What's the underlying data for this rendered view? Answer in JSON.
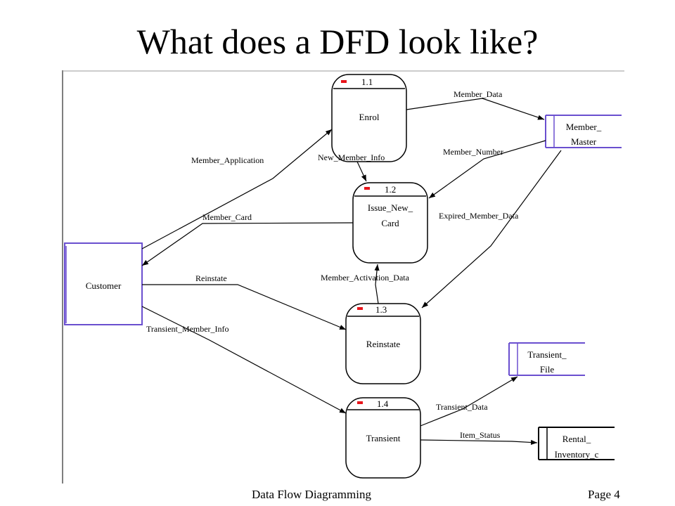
{
  "slide": {
    "title": "What does a DFD look like?",
    "footer_left": "Data Flow Diagramming",
    "footer_right": "Page 4"
  },
  "diagram": {
    "colors": {
      "line": "#000000",
      "entity_border": "#6a4fcf",
      "marker": "#e8141a",
      "frame": "#555555"
    },
    "entities": [
      {
        "id": "customer",
        "label": "Customer"
      }
    ],
    "processes": [
      {
        "id": "p11",
        "number": "1.1",
        "label_lines": [
          "Enrol"
        ]
      },
      {
        "id": "p12",
        "number": "1.2",
        "label_lines": [
          "Issue_New_",
          "Card"
        ]
      },
      {
        "id": "p13",
        "number": "1.3",
        "label_lines": [
          "Reinstate"
        ]
      },
      {
        "id": "p14",
        "number": "1.4",
        "label_lines": [
          "Transient"
        ]
      }
    ],
    "stores": [
      {
        "id": "member_master",
        "label_lines": [
          "Member_",
          "Master"
        ]
      },
      {
        "id": "transient_file",
        "label_lines": [
          "Transient_",
          "File"
        ]
      },
      {
        "id": "rental_inventory",
        "label_lines": [
          "Rental_",
          "Inventory_c"
        ]
      }
    ],
    "flows": [
      {
        "id": "member-application",
        "label": "Member_Application"
      },
      {
        "id": "member-data",
        "label": "Member_Data"
      },
      {
        "id": "new-member-info",
        "label": "New_Member_Info"
      },
      {
        "id": "member-number",
        "label": "Member_Number"
      },
      {
        "id": "member-card",
        "label": "Member_Card"
      },
      {
        "id": "expired-member-data",
        "label": "Expired_Member_Data"
      },
      {
        "id": "reinstate",
        "label": "Reinstate"
      },
      {
        "id": "member-activation-data",
        "label": "Member_Activation_Data"
      },
      {
        "id": "transient-member-info",
        "label": "Transient_Member_Info"
      },
      {
        "id": "transient-data",
        "label": "Transient_Data"
      },
      {
        "id": "item-status",
        "label": "Item_Status"
      }
    ]
  }
}
